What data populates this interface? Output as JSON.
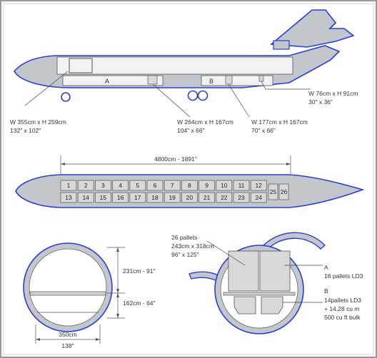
{
  "side_view": {
    "hold_a": "A",
    "hold_b": "B",
    "door_main": {
      "metric": "W 355cm x H 259cm",
      "imperial": "132\" x 102\""
    },
    "door_fwd_hold": {
      "metric": "W 264cm x H 167cm",
      "imperial": "104\" x 66\""
    },
    "door_aft_hold": {
      "metric": "W 177cm x H 167cm",
      "imperial": "70\" x 66\""
    },
    "door_bulk": {
      "metric": "W 76cm x H 91cm",
      "imperial": "30\" x 36\""
    }
  },
  "top_view": {
    "length": "4800cm - 1891\"",
    "positions_top": [
      "1",
      "2",
      "3",
      "4",
      "5",
      "6",
      "7",
      "8",
      "9",
      "10",
      "11",
      "12"
    ],
    "positions_bottom": [
      "13",
      "14",
      "15",
      "16",
      "17",
      "18",
      "19",
      "20",
      "21",
      "22",
      "23",
      "24"
    ],
    "positions_tail": [
      "25",
      "26"
    ]
  },
  "cross_section_left": {
    "upper_height": "231cm - 91\"",
    "lower_height": "162cm - 64\"",
    "width_metric": "350cm",
    "width_imperial": "138\""
  },
  "cross_section_right": {
    "main_deck": {
      "count": "26 pallets",
      "size_metric": "243cm x 318cm",
      "size_imperial": "96\" x 125\""
    },
    "hold_a": {
      "letter": "A",
      "detail": "18 pallets LD3"
    },
    "hold_b": {
      "letter": "B",
      "line1": "14pallets LD3",
      "line2": "+ 14.28 cu m",
      "line3": "500 cu ft bulk"
    }
  },
  "colors": {
    "outline": "#2b3dd6",
    "fill": "#c2c7cc",
    "frame": "#9a9a9a"
  }
}
